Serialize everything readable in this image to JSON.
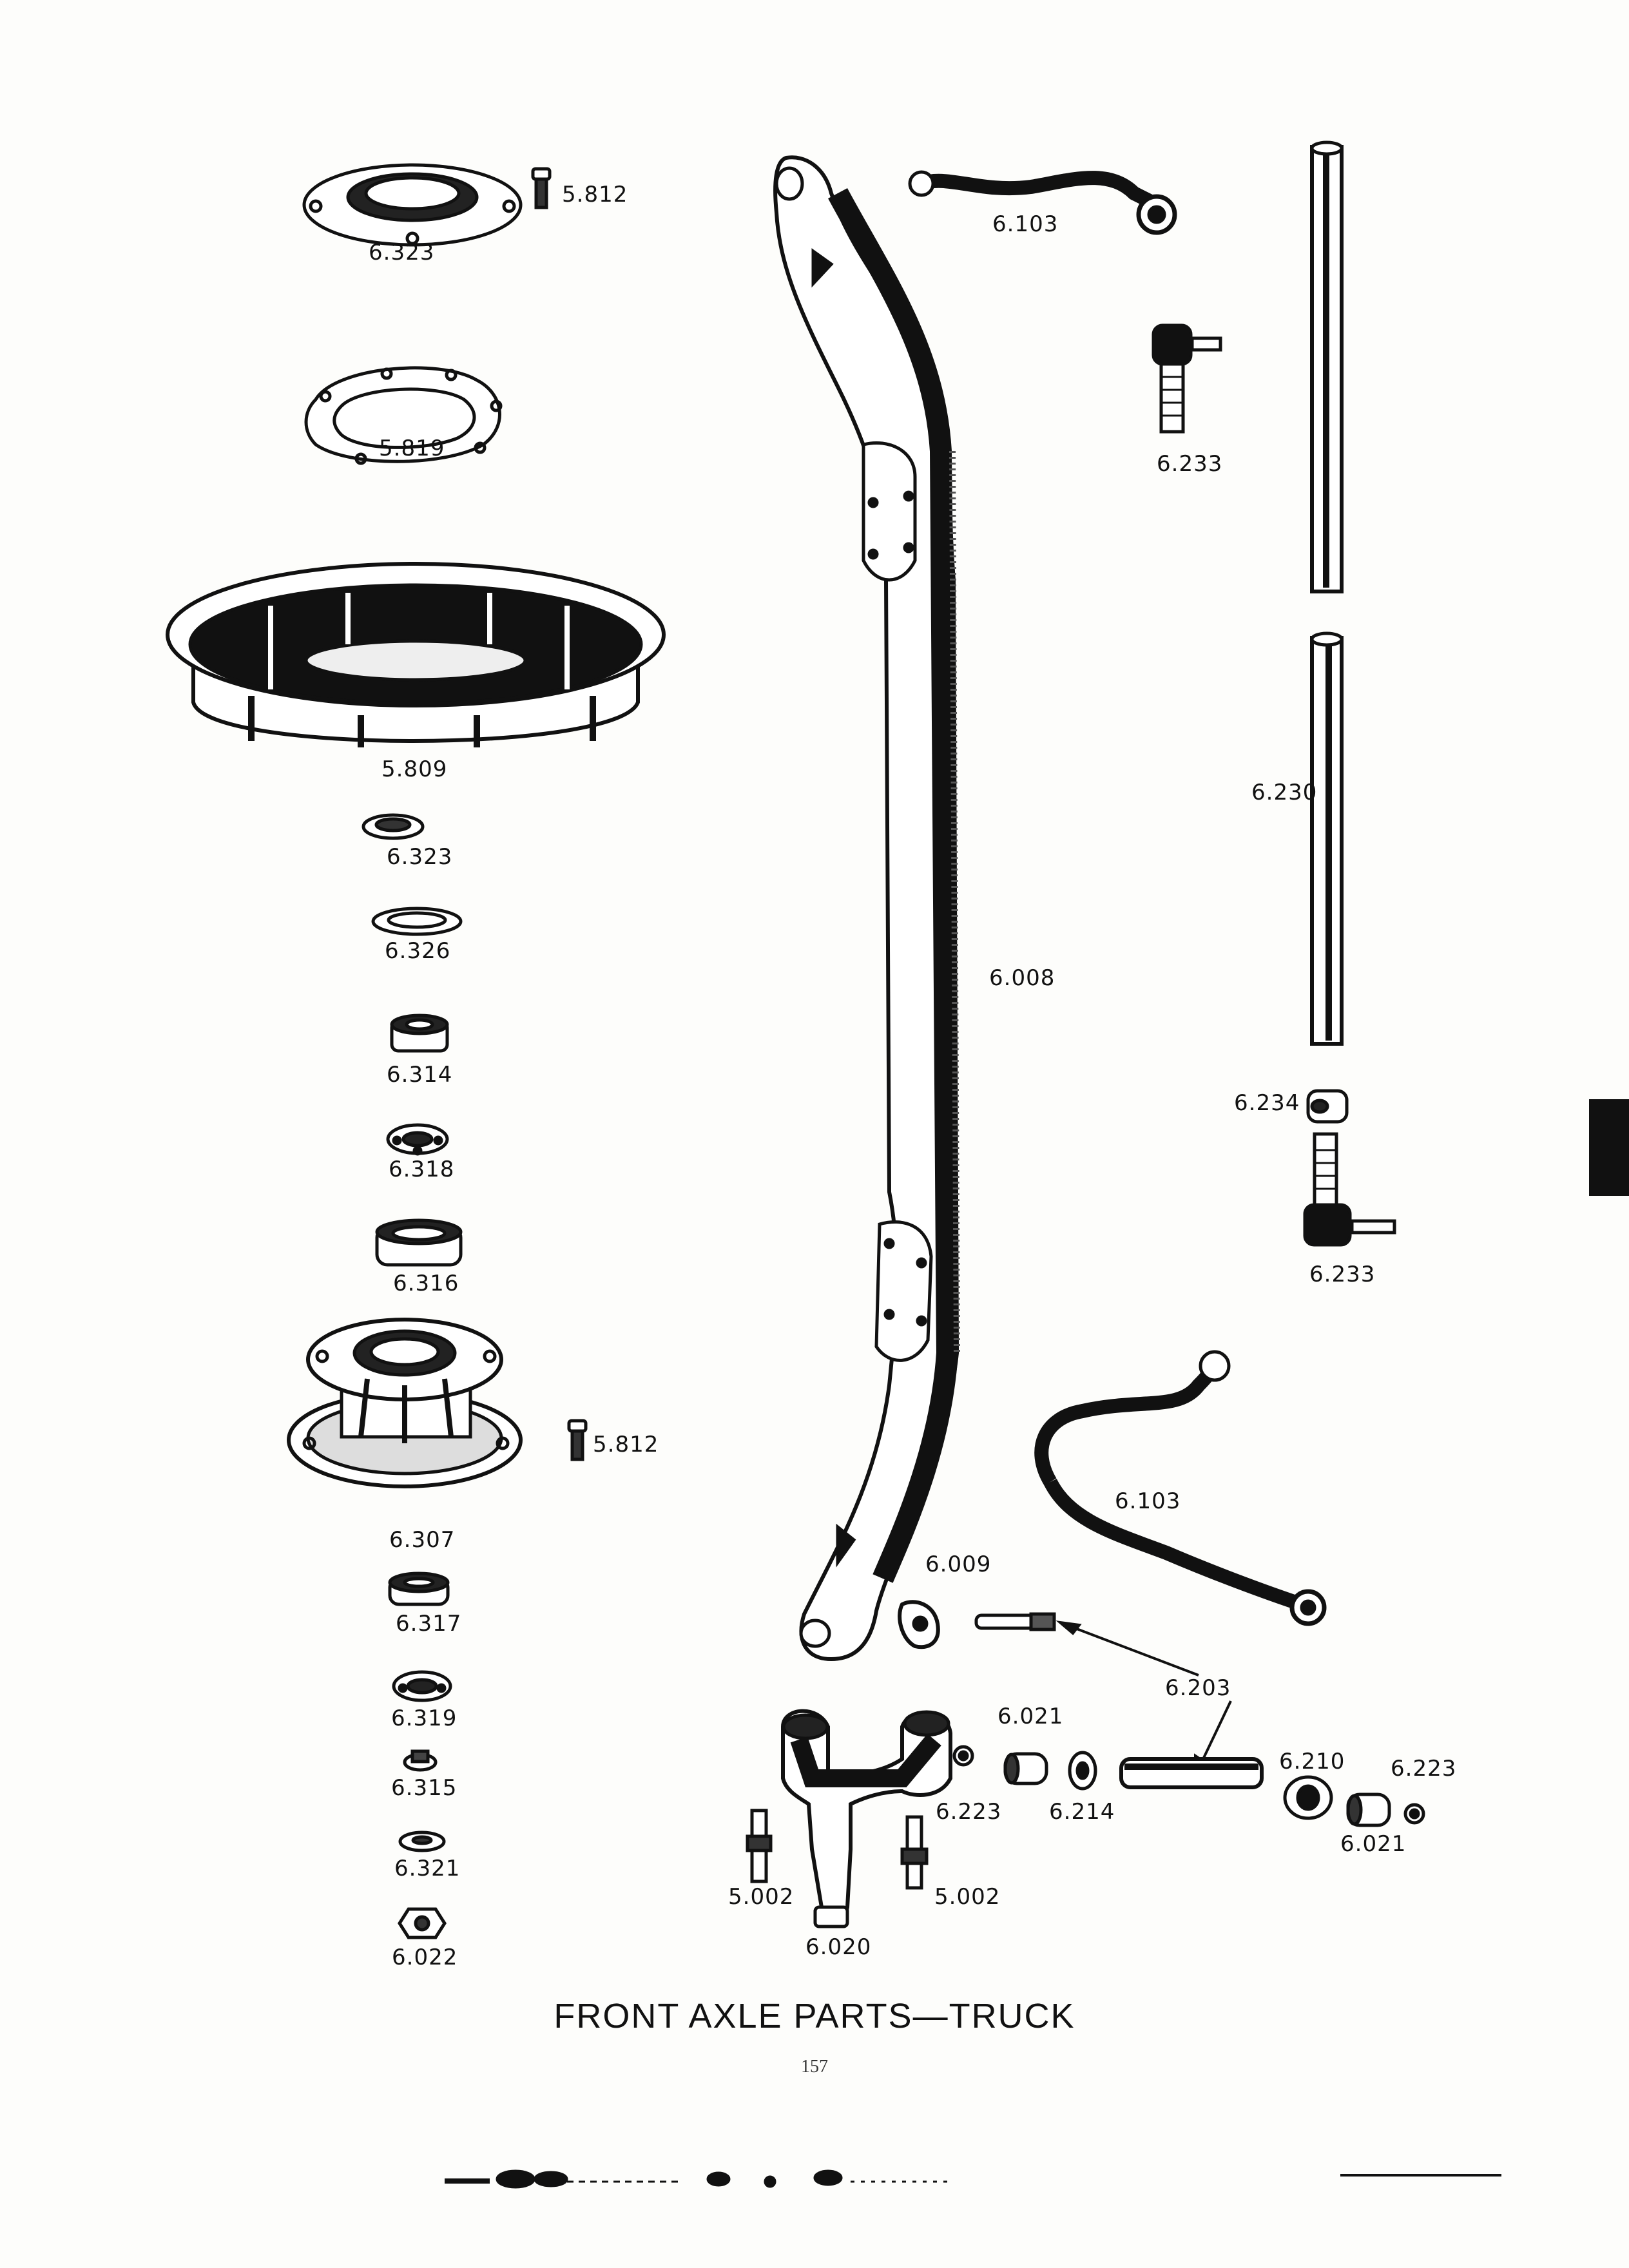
{
  "caption": "FRONT AXLE PARTS—TRUCK",
  "page_number": "157",
  "labels": {
    "p5812_top": "5.812",
    "p6323_top": "6.323",
    "p5819": "5.819",
    "p5809": "5.809",
    "p6323_mid": "6.323",
    "p6326": "6.326",
    "p6314": "6.314",
    "p6318": "6.318",
    "p6316": "6.316",
    "p5812_mid": "5.812",
    "p6307": "6.307",
    "p6317": "6.317",
    "p6319": "6.319",
    "p6315": "6.315",
    "p6321": "6.321",
    "p6022": "6.022",
    "p6008": "6.008",
    "p6103_top": "6.103",
    "p6233_top": "6.233",
    "p6230": "6.230",
    "p6234": "6.234",
    "p6233_bottom": "6.233",
    "p6103_bottom": "6.103",
    "p6009": "6.009",
    "p6203": "6.203",
    "p6021_top": "6.021",
    "p6223_left": "6.223",
    "p6214": "6.214",
    "p6210": "6.210",
    "p6223_right": "6.223",
    "p6021_bottom": "6.021",
    "p5002_left": "5.002",
    "p5002_right": "5.002",
    "p6020": "6.020"
  }
}
